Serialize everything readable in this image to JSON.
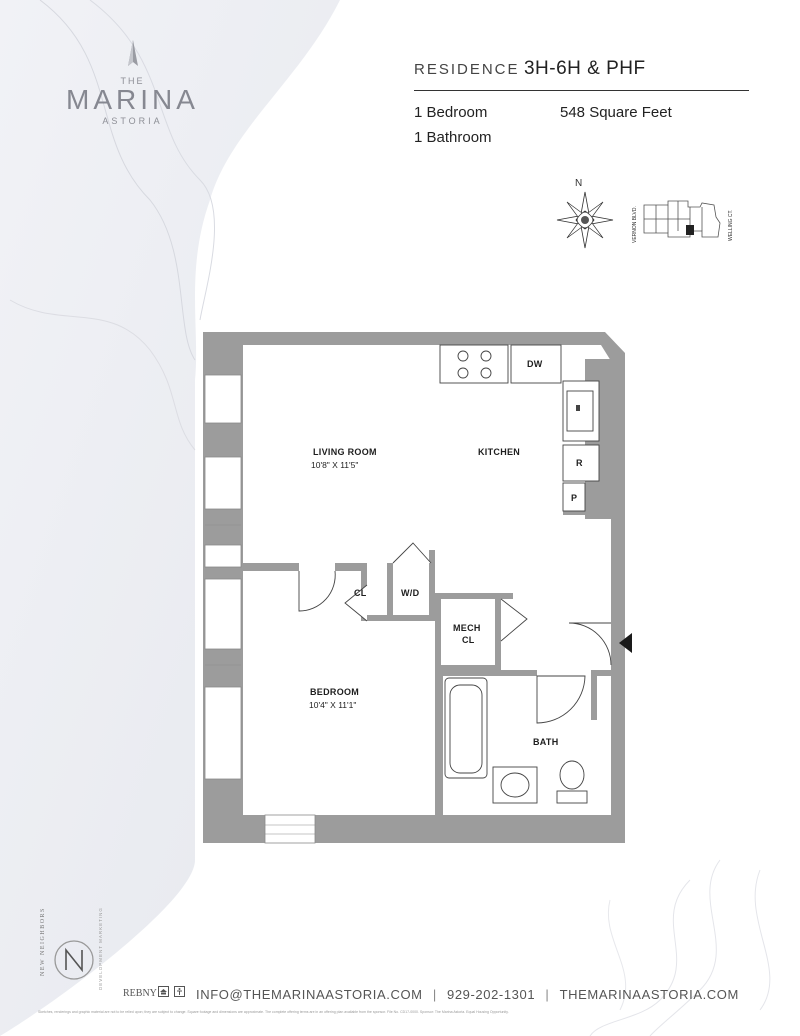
{
  "logo": {
    "top_word": "THE",
    "name": "MARINA",
    "sub": "ASTORIA"
  },
  "residence": {
    "prefix": "RESIDENCE",
    "code": "3H-6H & PHF"
  },
  "specs": {
    "bedrooms": "1 Bedroom",
    "bathrooms": "1 Bathroom",
    "area": "548 Square Feet"
  },
  "keyplan": {
    "north": "N",
    "street_left": "VERNON BLVD.",
    "street_right": "WELLING CT."
  },
  "rooms": {
    "living_room": {
      "label": "LIVING ROOM",
      "dims": "10'8\" X 11'5\""
    },
    "kitchen": {
      "label": "KITCHEN"
    },
    "bedroom": {
      "label": "BEDROOM",
      "dims": "10'4\" X 11'1\""
    },
    "bath": {
      "label": "BATH"
    },
    "closet": {
      "label": "CL"
    },
    "washer_dryer": {
      "label": "W/D"
    },
    "mech_closet": {
      "label_line1": "MECH",
      "label_line2": "CL"
    },
    "dishwasher": {
      "label": "DW"
    },
    "refrigerator": {
      "label": "R"
    },
    "pantry": {
      "label": "P"
    }
  },
  "footer": {
    "email": "INFO@THEMARINAASTORIA.COM",
    "phone": "929-202-1301",
    "website": "THEMARINAASTORIA.COM",
    "separator": "|",
    "developer_text": "NEW NEIGHBORS",
    "marketing_text": "DEVELOPMENT MARKETING",
    "rebny": "REBNY",
    "fineprint": "Sketches, renderings and graphic material are not to be relied upon; they are subject to change. Square footage and dimensions are approximate. The complete offering terms are in an offering plan available from the sponsor. File No. CD17-0000. Sponsor: The Marina Astoria. Equal Housing Opportunity."
  },
  "colors": {
    "wall": "#9c9c9c",
    "wall_dark": "#7d7d7d",
    "text": "#222222",
    "logo_gray": "#868891",
    "entry_arrow": "#1a1a1a"
  }
}
